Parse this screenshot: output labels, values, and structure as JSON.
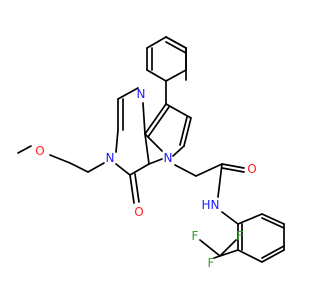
{
  "structure": {
    "type": "chemical-structure-drawing",
    "colors": {
      "bond": "#000000",
      "carbon": "#000000",
      "nitrogen": "#1c1cff",
      "oxygen": "#ff1f1f",
      "fluorine": "#2ea02e",
      "background": "#ffffff"
    },
    "atom_labels": {
      "methoxy_oxygen": "O",
      "ring_nitrogen_top": "N",
      "ring_nitrogen_left": "N",
      "pyrrole_nitrogen": "N",
      "carbonyl_oxygen_ring": "O",
      "carbonyl_oxygen_amide": "O",
      "amide_nitrogen": "N",
      "amide_hydrogen": "H",
      "fluorine_1": "F",
      "fluorine_2": "F",
      "fluorine_3": "F"
    }
  }
}
